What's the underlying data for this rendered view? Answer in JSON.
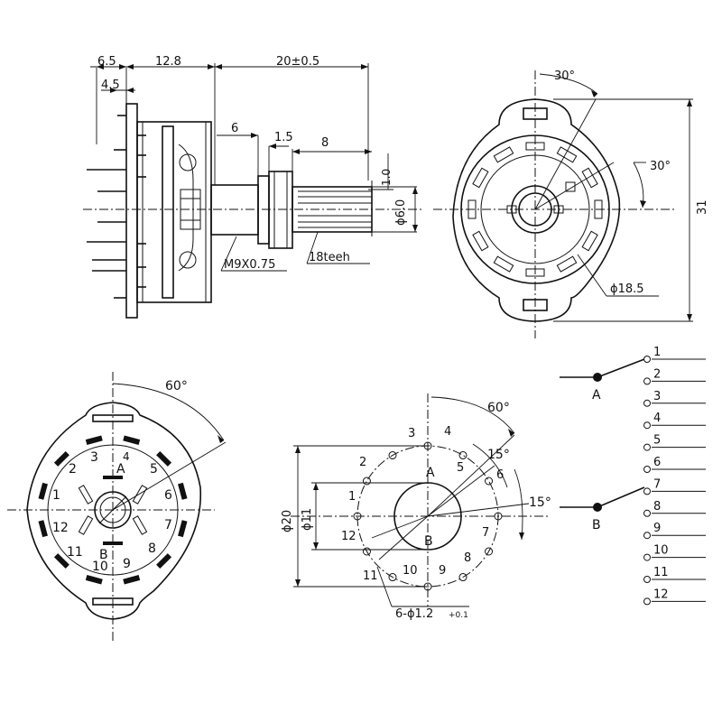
{
  "side_view": {
    "dim_top": [
      "6.5",
      "12.8",
      "20±0.5"
    ],
    "dim_45": "4.5",
    "dim_6": "6",
    "dim_15": "1.5",
    "dim_8": "8",
    "dim_10": "1.0",
    "dim_phi6": "ϕ6.0",
    "thread": "M9X0.75",
    "teeth": "18teeh"
  },
  "front_view": {
    "angle_top": "30°",
    "angle_right": "30°",
    "height": "31",
    "diameter": "ϕ18.5"
  },
  "bottom_left_view": {
    "angle": "60°",
    "contacts": [
      "1",
      "2",
      "3",
      "4",
      "5",
      "6",
      "7",
      "8",
      "9",
      "10",
      "11",
      "12"
    ],
    "pole_a": "A",
    "pole_b": "B"
  },
  "hole_pattern": {
    "angle_60": "60°",
    "angle_15a": "15°",
    "angle_15b": "15°",
    "dia_20": "ϕ20",
    "dia_11": "ϕ11",
    "holes_note": "6-ϕ1.2",
    "tolerance": "+0.1",
    "holes": [
      "1",
      "2",
      "3",
      "4",
      "5",
      "6",
      "7",
      "8",
      "9",
      "10",
      "11",
      "12"
    ],
    "pole_a": "A",
    "pole_b": "B"
  },
  "schematic": {
    "pole_a": "A",
    "pole_b": "B",
    "positions": [
      "1",
      "2",
      "3",
      "4",
      "5",
      "6",
      "7",
      "8",
      "9",
      "10",
      "11",
      "12"
    ]
  }
}
